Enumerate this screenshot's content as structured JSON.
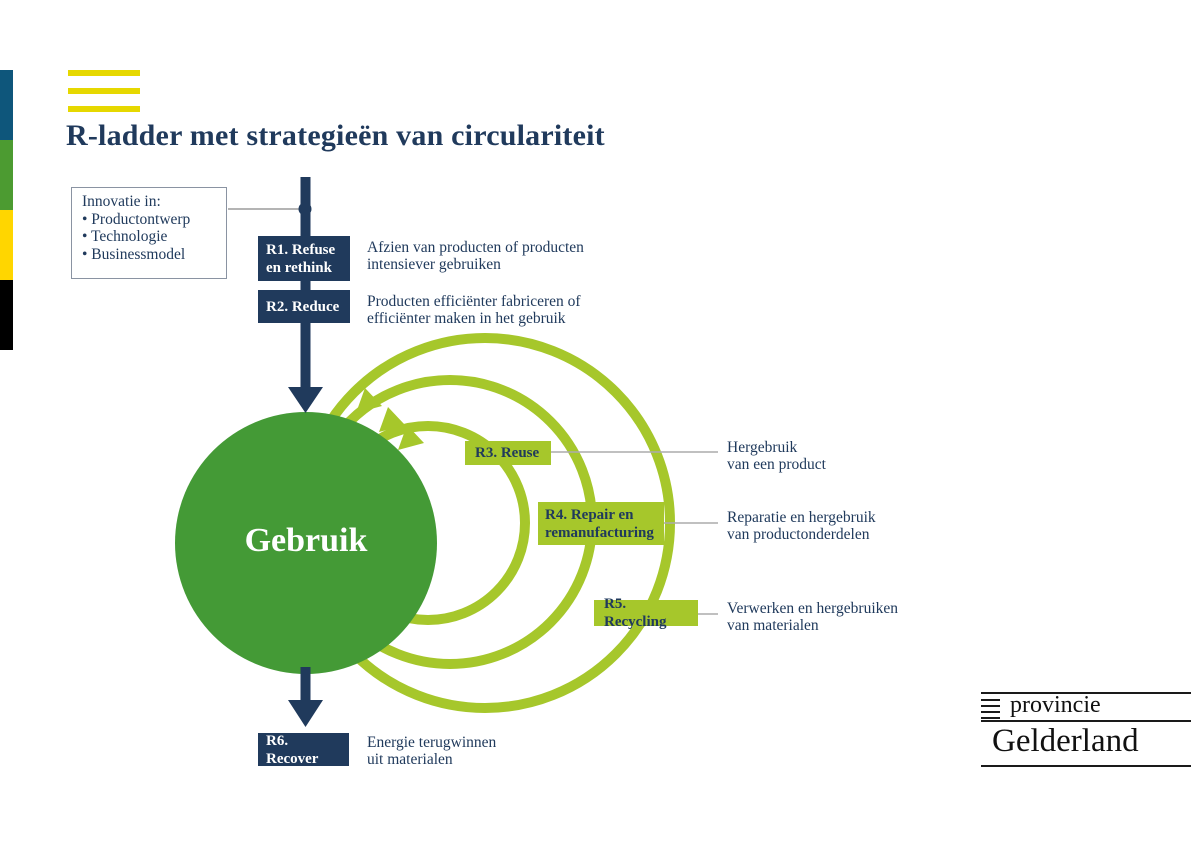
{
  "page": {
    "title": "R-ladder met strategieën van circulariteit"
  },
  "colors": {
    "navy": "#203a5c",
    "circle_green": "#449a36",
    "ring_green": "#a6c72b",
    "bar_blue": "#0e567b",
    "bar_green": "#4c9b31",
    "bar_yellow": "#ffd600",
    "bar_black": "#000000",
    "stripe_yellow": "#e6d800",
    "connector_gray": "#acacac"
  },
  "innovatie_box": {
    "title": "Innovatie in:",
    "items": [
      "• Productontwerp",
      "• Technologie",
      "• Businessmodel"
    ]
  },
  "ladder": {
    "r1": {
      "label": "R1. Refuse\nen rethink",
      "description": "Afzien van producten of producten\nintensiever gebruiken"
    },
    "r2": {
      "label": "R2. Reduce",
      "description": "Producten efficiënter fabriceren of\nefficiënter maken in het gebruik"
    },
    "r3": {
      "label": "R3. Reuse",
      "description": "Hergebruik\nvan een product"
    },
    "r4": {
      "label": "R4. Repair en\nremanufacturing",
      "description": "Reparatie en hergebruik\nvan productonderdelen"
    },
    "r5": {
      "label": "R5. Recycling",
      "description": "Verwerken en hergebruiken\nvan materialen"
    },
    "r6": {
      "label": "R6. Recover",
      "description": "Energie terugwinnen\nuit materialen"
    }
  },
  "circle": {
    "label": "Gebruik"
  },
  "logo": {
    "line1": "provincie",
    "line2": "Gelderland"
  }
}
